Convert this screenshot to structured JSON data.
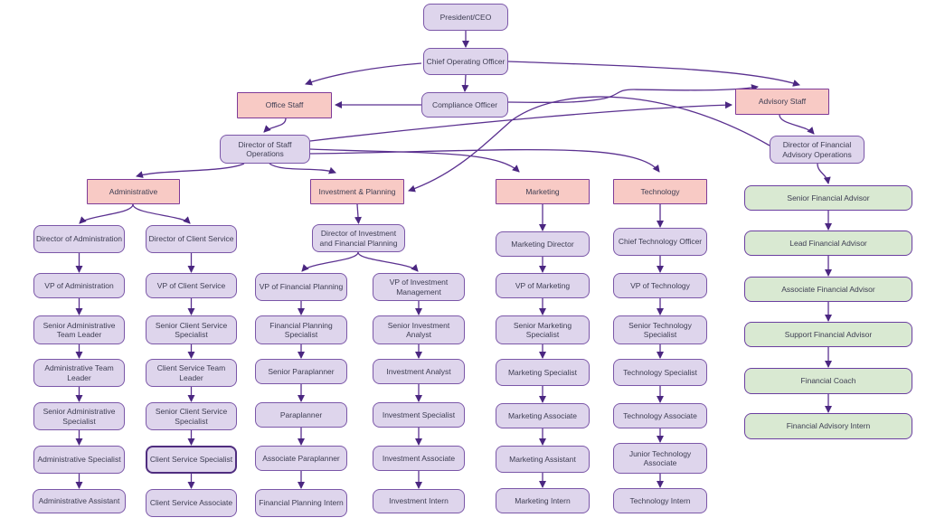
{
  "chart": {
    "type": "org-chart",
    "colors": {
      "box_default_fill": "#ded5ec",
      "box_department_fill": "#f8cac5",
      "box_advisor_fill": "#d9e9d2",
      "border_purple": "#7b57a8",
      "border_department": "#7e3a98",
      "connector": "#5b3190",
      "text": "#3d3d52"
    },
    "nodes": [
      {
        "id": "president-ceo",
        "label": "President/CEO",
        "group": "purple"
      },
      {
        "id": "chief-operating-officer",
        "label": "Chief Operating Officer",
        "group": "purple"
      },
      {
        "id": "compliance-officer",
        "label": "Compliance Officer",
        "group": "purple"
      },
      {
        "id": "office-staff",
        "label": "Office Staff",
        "group": "pink"
      },
      {
        "id": "advisory-staff",
        "label": "Advisory Staff",
        "group": "pink"
      },
      {
        "id": "director-staff-operations",
        "label": "Director of Staff Operations",
        "group": "purple"
      },
      {
        "id": "director-financial-advisory-operations",
        "label": "Director of Financial Advisory Operations",
        "group": "purple"
      },
      {
        "id": "administrative",
        "label": "Administrative",
        "group": "pink"
      },
      {
        "id": "investment-planning",
        "label": "Investment & Planning",
        "group": "pink"
      },
      {
        "id": "marketing",
        "label": "Marketing",
        "group": "pink"
      },
      {
        "id": "technology",
        "label": "Technology",
        "group": "pink"
      },
      {
        "id": "director-administration",
        "label": "Director of Administration",
        "group": "purple"
      },
      {
        "id": "vp-administration",
        "label": "VP of Administration",
        "group": "purple"
      },
      {
        "id": "senior-administrative-team-leader",
        "label": "Senior Administrative Team Leader",
        "group": "purple"
      },
      {
        "id": "administrative-team-leader",
        "label": "Administrative Team Leader",
        "group": "purple"
      },
      {
        "id": "senior-administrative-specialist",
        "label": "Senior Administrative Specialist",
        "group": "purple"
      },
      {
        "id": "administrative-specialist",
        "label": "Administrative Specialist",
        "group": "purple"
      },
      {
        "id": "administrative-assistant",
        "label": "Administrative Assistant",
        "group": "purple"
      },
      {
        "id": "director-client-service",
        "label": "Director of Client Service",
        "group": "purple"
      },
      {
        "id": "vp-client-service",
        "label": "VP of Client Service",
        "group": "purple"
      },
      {
        "id": "senior-client-service-specialist-1",
        "label": "Senior Client Service Specialist",
        "group": "purple"
      },
      {
        "id": "client-service-team-leader",
        "label": "Client Service Team Leader",
        "group": "purple"
      },
      {
        "id": "senior-client-service-specialist-2",
        "label": "Senior Client Service Specialist",
        "group": "purple"
      },
      {
        "id": "client-service-specialist",
        "label": "Client Service Specialist",
        "group": "purple"
      },
      {
        "id": "client-service-associate",
        "label": "Client Service Associate",
        "group": "purple"
      },
      {
        "id": "director-investment-financial-planning",
        "label": "Director of Investment and Financial Planning",
        "group": "purple"
      },
      {
        "id": "vp-financial-planning",
        "label": "VP of Financial Planning",
        "group": "purple"
      },
      {
        "id": "financial-planning-specialist",
        "label": "Financial Planning Specialist",
        "group": "purple"
      },
      {
        "id": "senior-paraplanner",
        "label": "Senior Paraplanner",
        "group": "purple"
      },
      {
        "id": "paraplanner",
        "label": "Paraplanner",
        "group": "purple"
      },
      {
        "id": "associate-paraplanner",
        "label": "Associate Paraplanner",
        "group": "purple"
      },
      {
        "id": "financial-planning-intern",
        "label": "Financial Planning Intern",
        "group": "purple"
      },
      {
        "id": "vp-investment-management",
        "label": "VP of Investment Management",
        "group": "purple"
      },
      {
        "id": "senior-investment-analyst",
        "label": "Senior Investment Analyst",
        "group": "purple"
      },
      {
        "id": "investment-analyst",
        "label": "Investment Analyst",
        "group": "purple"
      },
      {
        "id": "investment-specialist",
        "label": "Investment Specialist",
        "group": "purple"
      },
      {
        "id": "investment-associate",
        "label": "Investment Associate",
        "group": "purple"
      },
      {
        "id": "investment-intern",
        "label": "Investment Intern",
        "group": "purple"
      },
      {
        "id": "marketing-director",
        "label": "Marketing Director",
        "group": "purple"
      },
      {
        "id": "vp-marketing",
        "label": "VP of Marketing",
        "group": "purple"
      },
      {
        "id": "senior-marketing-specialist",
        "label": "Senior Marketing Specialist",
        "group": "purple"
      },
      {
        "id": "marketing-specialist",
        "label": "Marketing Specialist",
        "group": "purple"
      },
      {
        "id": "marketing-associate",
        "label": "Marketing Associate",
        "group": "purple"
      },
      {
        "id": "marketing-assistant",
        "label": "Marketing Assistant",
        "group": "purple"
      },
      {
        "id": "marketing-intern",
        "label": "Marketing Intern",
        "group": "purple"
      },
      {
        "id": "chief-technology-officer",
        "label": "Chief Technology Officer",
        "group": "purple"
      },
      {
        "id": "vp-technology",
        "label": "VP of Technology",
        "group": "purple"
      },
      {
        "id": "senior-technology-specialist",
        "label": "Senior Technology Specialist",
        "group": "purple"
      },
      {
        "id": "technology-specialist",
        "label": "Technology Specialist",
        "group": "purple"
      },
      {
        "id": "technology-associate",
        "label": "Technology Associate",
        "group": "purple"
      },
      {
        "id": "junior-technology-associate",
        "label": "Junior Technology Associate",
        "group": "purple"
      },
      {
        "id": "technology-intern",
        "label": "Technology Intern",
        "group": "purple"
      },
      {
        "id": "senior-financial-advisor",
        "label": "Senior Financial Advisor",
        "group": "green"
      },
      {
        "id": "lead-financial-advisor",
        "label": "Lead Financial Advisor",
        "group": "green"
      },
      {
        "id": "associate-financial-advisor",
        "label": "Associate Financial Advisor",
        "group": "green"
      },
      {
        "id": "support-financial-advisor",
        "label": "Support Financial Advisor",
        "group": "green"
      },
      {
        "id": "financial-coach",
        "label": "Financial Coach",
        "group": "green"
      },
      {
        "id": "financial-advisory-intern",
        "label": "Financial Advisory Intern",
        "group": "green"
      }
    ],
    "edges": [
      {
        "from": "president-ceo",
        "to": "chief-operating-officer"
      },
      {
        "from": "chief-operating-officer",
        "to": "compliance-officer"
      },
      {
        "from": "chief-operating-officer",
        "to": "office-staff"
      },
      {
        "from": "chief-operating-officer",
        "to": "advisory-staff"
      },
      {
        "from": "compliance-officer",
        "to": "office-staff"
      },
      {
        "from": "compliance-officer",
        "to": "advisory-staff"
      },
      {
        "from": "office-staff",
        "to": "director-staff-operations"
      },
      {
        "from": "director-staff-operations",
        "to": "administrative"
      },
      {
        "from": "director-staff-operations",
        "to": "investment-planning"
      },
      {
        "from": "director-staff-operations",
        "to": "marketing"
      },
      {
        "from": "director-staff-operations",
        "to": "technology"
      },
      {
        "from": "director-staff-operations",
        "to": "advisory-staff"
      },
      {
        "from": "advisory-staff",
        "to": "director-financial-advisory-operations"
      },
      {
        "from": "director-financial-advisory-operations",
        "to": "senior-financial-advisor"
      },
      {
        "from": "director-financial-advisory-operations",
        "to": "investment-planning"
      },
      {
        "from": "administrative",
        "to": "director-administration"
      },
      {
        "from": "administrative",
        "to": "director-client-service"
      },
      {
        "from": "director-administration",
        "to": "vp-administration"
      },
      {
        "from": "vp-administration",
        "to": "senior-administrative-team-leader"
      },
      {
        "from": "senior-administrative-team-leader",
        "to": "administrative-team-leader"
      },
      {
        "from": "administrative-team-leader",
        "to": "senior-administrative-specialist"
      },
      {
        "from": "senior-administrative-specialist",
        "to": "administrative-specialist"
      },
      {
        "from": "administrative-specialist",
        "to": "administrative-assistant"
      },
      {
        "from": "director-client-service",
        "to": "vp-client-service"
      },
      {
        "from": "vp-client-service",
        "to": "senior-client-service-specialist-1"
      },
      {
        "from": "senior-client-service-specialist-1",
        "to": "client-service-team-leader"
      },
      {
        "from": "client-service-team-leader",
        "to": "senior-client-service-specialist-2"
      },
      {
        "from": "senior-client-service-specialist-2",
        "to": "client-service-specialist"
      },
      {
        "from": "client-service-specialist",
        "to": "client-service-associate"
      },
      {
        "from": "investment-planning",
        "to": "director-investment-financial-planning"
      },
      {
        "from": "director-investment-financial-planning",
        "to": "vp-financial-planning"
      },
      {
        "from": "director-investment-financial-planning",
        "to": "vp-investment-management"
      },
      {
        "from": "vp-financial-planning",
        "to": "financial-planning-specialist"
      },
      {
        "from": "financial-planning-specialist",
        "to": "senior-paraplanner"
      },
      {
        "from": "senior-paraplanner",
        "to": "paraplanner"
      },
      {
        "from": "paraplanner",
        "to": "associate-paraplanner"
      },
      {
        "from": "associate-paraplanner",
        "to": "financial-planning-intern"
      },
      {
        "from": "vp-investment-management",
        "to": "senior-investment-analyst"
      },
      {
        "from": "senior-investment-analyst",
        "to": "investment-analyst"
      },
      {
        "from": "investment-analyst",
        "to": "investment-specialist"
      },
      {
        "from": "investment-specialist",
        "to": "investment-associate"
      },
      {
        "from": "investment-associate",
        "to": "investment-intern"
      },
      {
        "from": "marketing",
        "to": "marketing-director"
      },
      {
        "from": "marketing-director",
        "to": "vp-marketing"
      },
      {
        "from": "vp-marketing",
        "to": "senior-marketing-specialist"
      },
      {
        "from": "senior-marketing-specialist",
        "to": "marketing-specialist"
      },
      {
        "from": "marketing-specialist",
        "to": "marketing-associate"
      },
      {
        "from": "marketing-associate",
        "to": "marketing-assistant"
      },
      {
        "from": "marketing-assistant",
        "to": "marketing-intern"
      },
      {
        "from": "technology",
        "to": "chief-technology-officer"
      },
      {
        "from": "chief-technology-officer",
        "to": "vp-technology"
      },
      {
        "from": "vp-technology",
        "to": "senior-technology-specialist"
      },
      {
        "from": "senior-technology-specialist",
        "to": "technology-specialist"
      },
      {
        "from": "technology-specialist",
        "to": "technology-associate"
      },
      {
        "from": "technology-associate",
        "to": "junior-technology-associate"
      },
      {
        "from": "junior-technology-associate",
        "to": "technology-intern"
      },
      {
        "from": "senior-financial-advisor",
        "to": "lead-financial-advisor"
      },
      {
        "from": "lead-financial-advisor",
        "to": "associate-financial-advisor"
      },
      {
        "from": "associate-financial-advisor",
        "to": "support-financial-advisor"
      },
      {
        "from": "support-financial-advisor",
        "to": "financial-coach"
      },
      {
        "from": "financial-coach",
        "to": "financial-advisory-intern"
      }
    ]
  }
}
